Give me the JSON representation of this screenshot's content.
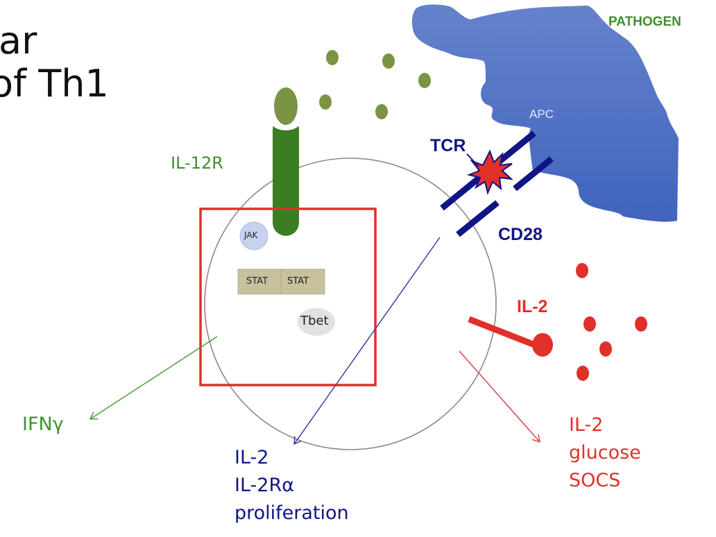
{
  "title": {
    "line1": "ar",
    "line2": "of Th1"
  },
  "labels": {
    "pathogen": "PATHOGEN",
    "apc": "APC",
    "tcr": "TCR",
    "cd28": "CD28",
    "il12r": "IL-12R",
    "jak": "JAK",
    "stat1": "STAT",
    "stat2": "STAT",
    "tbet": "Tbet",
    "il2_receptor": "IL-2"
  },
  "outputs": {
    "left": [
      "IFNγ"
    ],
    "center": [
      "IL-2",
      "IL-2Rα",
      "proliferation"
    ],
    "right": [
      "IL-2",
      "glucose",
      "SOCS"
    ]
  },
  "colors": {
    "apc_blue": "#4a6fc0",
    "receptor_green": "#3a7d22",
    "ligand_olive": "#7a9443",
    "navy": "#101485",
    "red": "#e0302a",
    "stat_tan": "#c8c19e",
    "jak_blue": "#c6d2ee",
    "tbet_gray": "#e2e2e2",
    "membrane_gray": "#8a8a8a"
  }
}
